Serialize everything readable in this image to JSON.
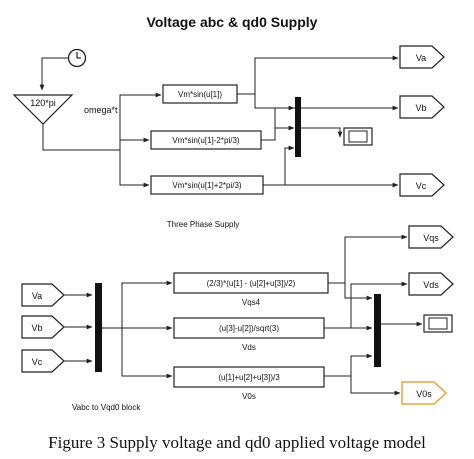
{
  "title": "Voltage abc & qd0 Supply",
  "top": {
    "gain_label": "120*pi",
    "signal_label": "omega*t",
    "fcn_a": "Vm*sin(u[1])",
    "fcn_b": "Vm*sin(u[1]-2*pi/3)",
    "fcn_c": "Vm*sin(u[1]+2*pi/3)",
    "out_a": "Va",
    "out_b": "Vb",
    "out_c": "Vc",
    "section_label": "Three Phase Supply"
  },
  "bottom": {
    "in_a": "Va",
    "in_b": "Vb",
    "in_c": "Vc",
    "fcn_q": "(2/3)*(u[1] - (u[2]+u[3])/2)",
    "fcn_d": "(u[3]-u[2])/sqrt(3)",
    "fcn_0": "(u[1]+u[2]+u[3])/3",
    "sig_q": "Vqs4",
    "sig_d": "Vds",
    "sig_0": "V0s",
    "out_q": "Vqs",
    "out_d": "Vds",
    "out_0": "V0s",
    "section_label": "Vabc to Vqd0 block"
  },
  "caption": "Figure 3 Supply voltage and qd0 applied voltage model",
  "colors": {
    "line": "#222222",
    "highlight_port": "#e8a33c"
  }
}
